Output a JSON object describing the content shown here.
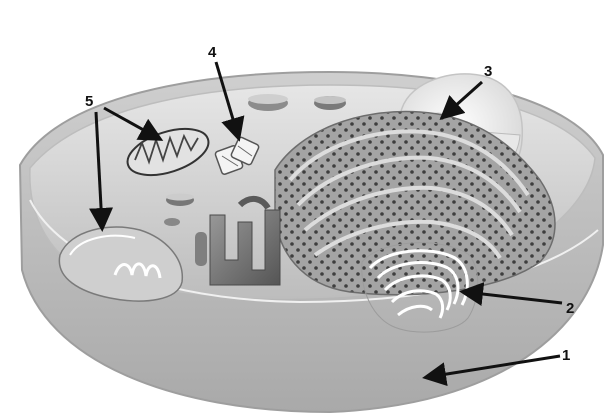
{
  "diagram": {
    "callouts": [
      {
        "id": "c1",
        "label": "1"
      },
      {
        "id": "c2",
        "label": "2"
      },
      {
        "id": "c3",
        "label": "3"
      },
      {
        "id": "c4",
        "label": "4"
      },
      {
        "id": "c5",
        "label": "5"
      }
    ]
  },
  "colors": {
    "background": "#ffffff",
    "cytoplasm": "#d6d6d6",
    "membrane": "#b8b8b8",
    "nucleus": "#f2f2f2",
    "er": "#8a8a8a",
    "arrow": "#111111"
  }
}
